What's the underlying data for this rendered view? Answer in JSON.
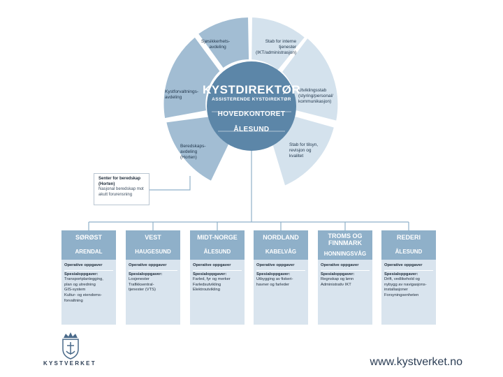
{
  "colors": {
    "center": "#5c86a8",
    "sector_dark": "#a2bdd3",
    "sector_light": "#d4e2ed",
    "region_header": "#8fb0c9",
    "region_body": "#d9e4ee",
    "connector": "#8fb0c9"
  },
  "center": {
    "title": "KYSTDIREKTØR",
    "subtitle": "ASSISTERENDE KYSTDIREKTØR",
    "office": "HOVEDKONTORET",
    "location": "ÅLESUND"
  },
  "sectors": [
    {
      "id": "sikkerhet",
      "lines": [
        "Sjøsikkerhets-",
        "avdeling"
      ]
    },
    {
      "id": "stab-interne",
      "lines": [
        "Stab for interne",
        "tjenester",
        "(IKT/administrasjon)"
      ]
    },
    {
      "id": "utviklingsstab",
      "lines": [
        "Utviklingsstab",
        "(styring/personal/",
        "kommunikasjon)"
      ]
    },
    {
      "id": "stab-tilsyn",
      "lines": [
        "Stab for tilsyn,",
        "revisjon og",
        "kvalitet"
      ]
    },
    {
      "id": "beredskap",
      "lines": [
        "Beredskaps-",
        "avdeling",
        "(Horten)"
      ]
    },
    {
      "id": "forvaltning",
      "lines": [
        "Kystforvaltnings-",
        "avdeling"
      ]
    }
  ],
  "side_box": {
    "title": "Senter for beredskap",
    "title2": "(Horten)",
    "sub": "Nasjonal beredskap mot",
    "sub2": "akutt forurensning"
  },
  "regions": [
    {
      "name": "SØRØST",
      "name2": "",
      "location": "ARENDAL",
      "label_ops": "Operative oppgaver",
      "label_spec": "Spesialoppgaver:",
      "tasks": [
        "Transportplanlegging,",
        "plan og utredning",
        "GIS-system",
        "Kultur- og eiendoms-",
        "forvaltning"
      ]
    },
    {
      "name": "VEST",
      "name2": "",
      "location": "HAUGESUND",
      "label_ops": "Operative oppgaver",
      "label_spec": "Spesialoppgaver:",
      "tasks": [
        "Losjenester",
        "Trafikksentral-",
        "tjenester (VTS)"
      ]
    },
    {
      "name": "MIDT-NORGE",
      "name2": "",
      "location": "ÅLESUND",
      "label_ops": "Operative oppgaver",
      "label_spec": "Spesialoppgaver:",
      "tasks": [
        "Farled, fyr og merker",
        "Farledsutvikling",
        "Elektroutvikling"
      ]
    },
    {
      "name": "NORDLAND",
      "name2": "",
      "location": "KABELVÅG",
      "label_ops": "Operative oppgaver",
      "label_spec": "Spesialoppgaver:",
      "tasks": [
        "Utbygging av fiskeri-",
        "havner og farleder"
      ]
    },
    {
      "name": "TROMS OG",
      "name2": "FINNMARK",
      "location": "HONNINGSVÅG",
      "label_ops": "Operative oppgaver",
      "label_spec": "Spesialoppgaver:",
      "tasks": [
        "Regnskap og lønn",
        "Administrativ IKT"
      ]
    },
    {
      "name": "REDERI",
      "name2": "",
      "location": "ÅLESUND",
      "label_ops": "Operative oppgaver",
      "label_spec": "Spesialoppgaver:",
      "tasks": [
        "Drift, vedlikehold og",
        "nybygg av navigasjons-",
        "installasjoner",
        "Forsyningsenheten"
      ]
    }
  ],
  "footer": {
    "logo_text": "KYSTVERKET",
    "website": "www.kystverket.no"
  }
}
